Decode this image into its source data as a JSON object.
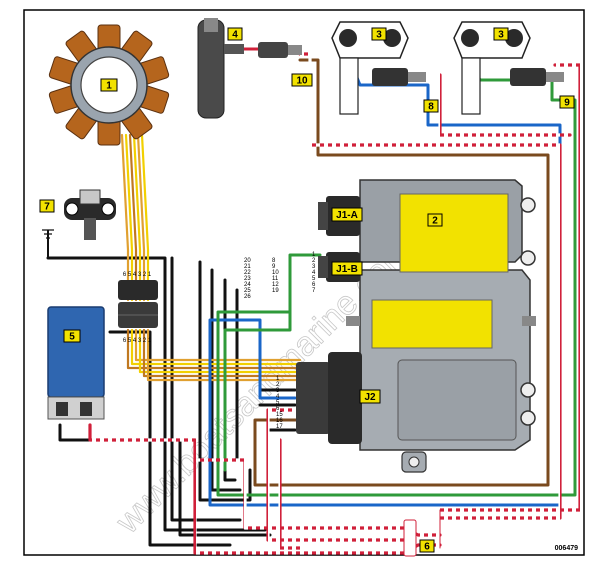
{
  "diagram": {
    "drawing_number": "006479",
    "watermark": "www.boatsandmarine.com",
    "components": {
      "stator": "1",
      "ecm": "2",
      "ignition_coil_a": "3",
      "ignition_coil_b": "3",
      "fuel_pump": "4",
      "voltage_regulator": "5",
      "ground_bus": "6",
      "crank_sensor": "7",
      "harness_8": "8",
      "harness_9": "9",
      "harness_10": "10"
    },
    "connectors": {
      "j1a": "J1-A",
      "j1b": "J1-B",
      "j2": "J2"
    },
    "pin_rows": {
      "stator_top": "6 5 4 3 2 1",
      "stator_bottom": "6 5 4 3 2 1"
    },
    "pin_labels": {
      "col_a": [
        "20",
        "21",
        "22",
        "23",
        "24",
        "25",
        "26"
      ],
      "col_b": [
        "8",
        "9",
        "10",
        "11",
        "12",
        "19"
      ],
      "col_c": [
        "1",
        "2",
        "3",
        "4",
        "5",
        "6",
        "7"
      ],
      "j2_pins": [
        "1",
        "2",
        "3",
        "4",
        "5",
        "6",
        "15",
        "16",
        "17"
      ]
    }
  }
}
